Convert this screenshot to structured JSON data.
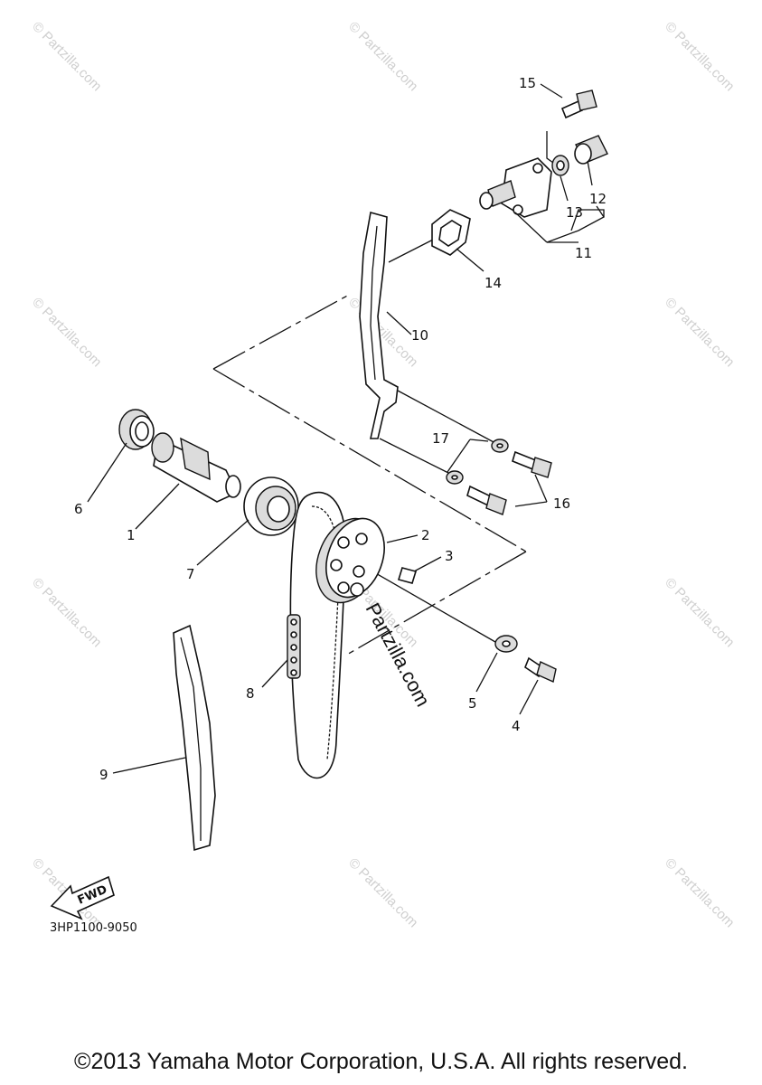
{
  "diagram": {
    "callouts": [
      "1",
      "2",
      "3",
      "4",
      "5",
      "6",
      "7",
      "8",
      "9",
      "10",
      "11",
      "12",
      "13",
      "14",
      "15",
      "16",
      "17"
    ],
    "diagram_code": "3HP1100-9050",
    "fwd_label": "FWD",
    "watermark": "© Partzilla.com",
    "brand_text": "Partzilla.com"
  },
  "footer": {
    "copyright": "©2013 Yamaha Motor Corporation, U.S.A. All rights reserved."
  }
}
